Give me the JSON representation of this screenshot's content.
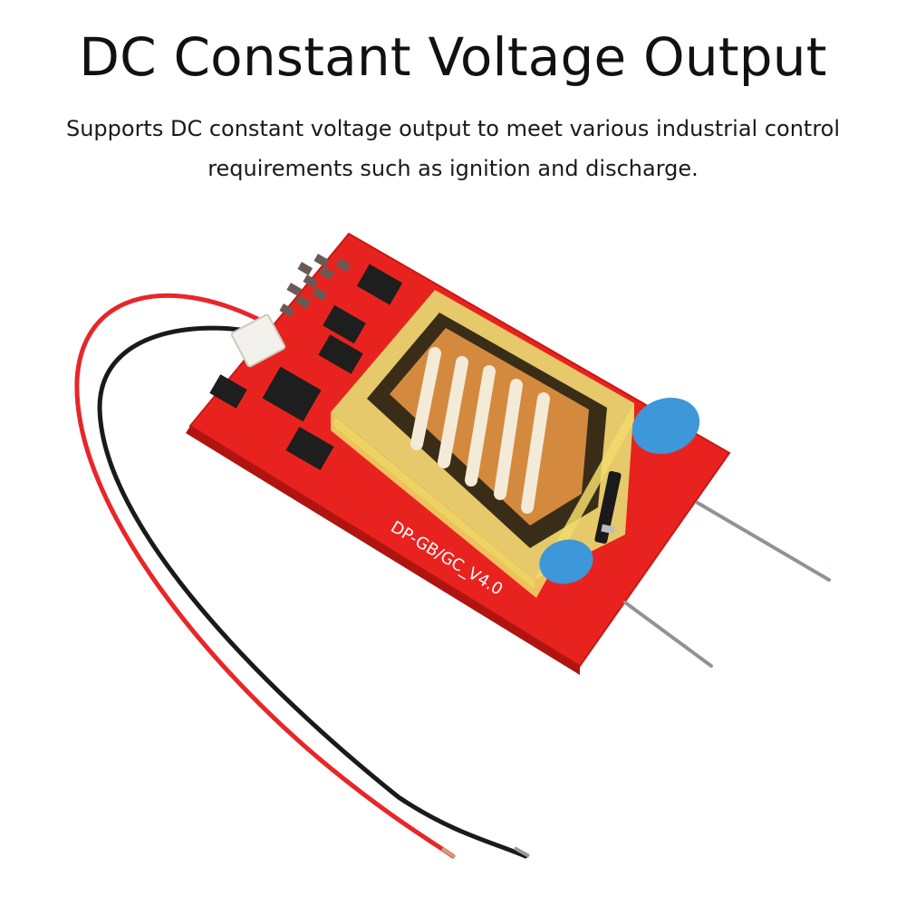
{
  "header": {
    "title": "DC Constant Voltage Output",
    "description": "Supports DC constant voltage output to meet various industrial control requirements such as ignition and discharge."
  },
  "product": {
    "board_marking": "DP-GB/GC_V4.0",
    "colors": {
      "pcb": "#e8231f",
      "transformer_frame": "#f2e27a",
      "coil": "#c86a2a",
      "capacitor": "#3d97d8",
      "wire_red": "#e8262a",
      "wire_black": "#1a1a1a"
    }
  }
}
